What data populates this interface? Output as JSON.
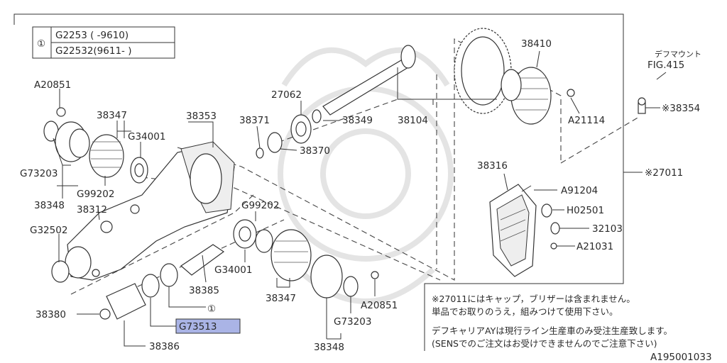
{
  "legend": {
    "symbol": "①",
    "rows": [
      "G2253 ( -9610)",
      "G22532(9611- )"
    ]
  },
  "labels": {
    "A20851_top": "A20851",
    "38347_top": "38347",
    "G34001_top": "G34001",
    "38353": "38353",
    "38371": "38371",
    "27062": "27062",
    "38349": "38349",
    "38104": "38104",
    "38410": "38410",
    "A21114": "A21114",
    "38370": "38370",
    "G73203_left": "G73203",
    "G99202_left": "G99202",
    "38348_left": "38348",
    "38312": "38312",
    "G99202_mid": "G99202",
    "38316": "38316",
    "A91204": "A91204",
    "H02501": "H02501",
    "32103": "32103",
    "A21031": "A21031",
    "G32502": "G32502",
    "G34001_mid": "G34001",
    "38385": "38385",
    "38347_bottom": "38347",
    "A20851_bottom": "A20851",
    "38380": "38380",
    "circle1": "①",
    "G73513": "G73513",
    "G73203_bottom": "G73203",
    "38348_bottom": "38348",
    "38386": "38386",
    "38354": "※38354",
    "27011": "※27011",
    "fig_line1": "デフマウント",
    "fig_line2": "FIG.415"
  },
  "notes": {
    "line1": "※27011にはキャップ，ブリザーは含まれません。",
    "line2": "単品でお取りのうえ，組みつけて使用下さい。",
    "line3": "デフキャリアAYは現行ライン生産車のみ受注生産致します。",
    "line4": "(SENSでのご注文はお受けできませんのでご注意下さい)"
  },
  "figure_code": "A195001033",
  "colors": {
    "highlight": "#aab4e6",
    "line": "#333333"
  }
}
